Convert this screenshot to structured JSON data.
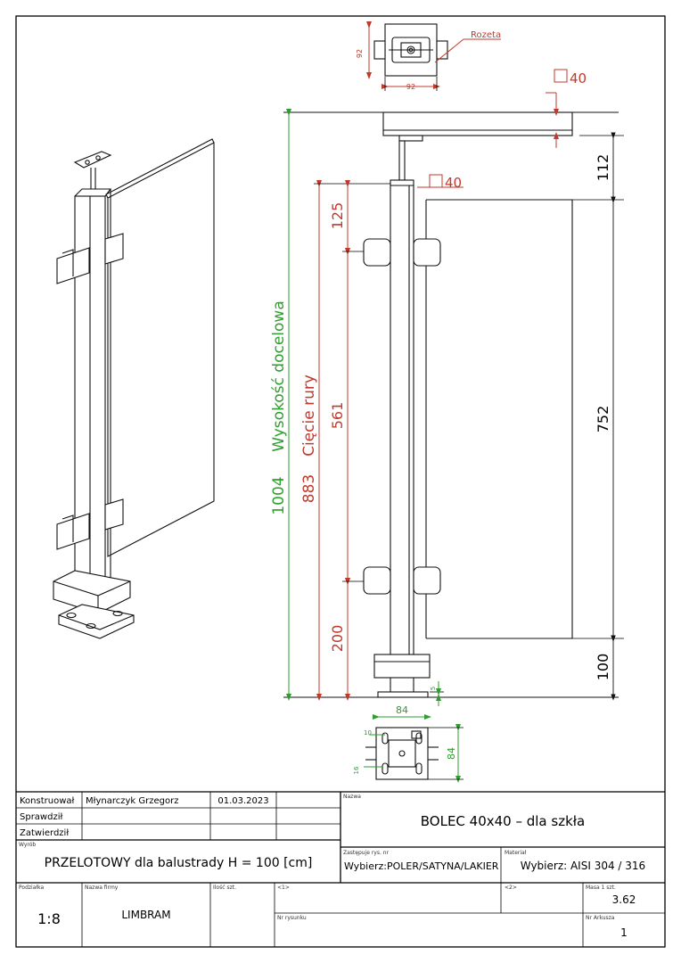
{
  "drawing": {
    "rozeta_label": "Rozeta",
    "top_view_dim_side": "92",
    "top_view_dim_bottom": "92",
    "rail_profile": "40",
    "post_profile": "40",
    "dim_top_offset": "112",
    "dim_glass_height": "752",
    "dim_bottom_offset": "100",
    "dim_overall": "1004",
    "label_overall": "Wysokość docelowa",
    "dim_cut": "883",
    "label_cut": "Cięcie rury",
    "dim_clamp_top": "125",
    "dim_clamp_spacing": "561",
    "dim_clamp_bottom": "200",
    "dim_base_gap": "5",
    "base_dim_top": "84",
    "base_dim_side": "84",
    "base_dim_hole": "10",
    "base_dim_hole2": "16"
  },
  "colors": {
    "red": "#c0392b",
    "green": "#2e9e2e"
  },
  "title_block": {
    "designer_label": "Konstruował",
    "designer_name": "Młynarczyk Grzegorz",
    "date": "01.03.2023",
    "checked_label": "Sprawdził",
    "approved_label": "Zatwierdził",
    "nazwa_label": "Nazwa",
    "title": "BOLEC 40x40 – dla szkła",
    "wyrob_label": "Wyrób",
    "product": "PRZELOTOWY dla balustrady H = 100 [cm]",
    "zastepuje_label": "Zastępuje rys. nr",
    "finish": "Wybierz:POLER/SATYNA/LAKIER",
    "material_label": "Materiał",
    "material": "Wybierz: AISI 304 / 316",
    "podzialka_label": "Podziałka",
    "scale": "1:8",
    "firma_label": "Nazwa firmy",
    "company": "LIMBRAM",
    "ilosc_label": "Ilość szt.",
    "field_1": "<1>",
    "field_2": "<2>",
    "masa_label": "Masa 1 szt.",
    "mass": "3.62",
    "nr_rysunku_label": "Nr rysunku",
    "nr_arkusza_label": "Nr Arkusza",
    "sheet_no": "1"
  }
}
